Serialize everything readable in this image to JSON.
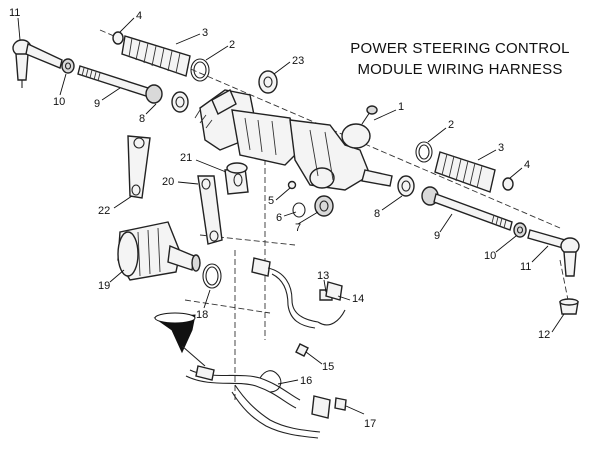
{
  "title": {
    "line1": "POWER STEERING CONTROL",
    "line2": "MODULE WIRING HARNESS"
  },
  "callouts": [
    {
      "id": "c-11a",
      "text": "11"
    },
    {
      "id": "c-4a",
      "text": "4"
    },
    {
      "id": "c-3a",
      "text": "3"
    },
    {
      "id": "c-2a",
      "text": "2"
    },
    {
      "id": "c-23",
      "text": "23"
    },
    {
      "id": "c-10a",
      "text": "10"
    },
    {
      "id": "c-9a",
      "text": "9"
    },
    {
      "id": "c-8a",
      "text": "8"
    },
    {
      "id": "c-1",
      "text": "1"
    },
    {
      "id": "c-2b",
      "text": "2"
    },
    {
      "id": "c-3b",
      "text": "3"
    },
    {
      "id": "c-4b",
      "text": "4"
    },
    {
      "id": "c-21",
      "text": "21"
    },
    {
      "id": "c-20",
      "text": "20"
    },
    {
      "id": "c-22",
      "text": "22"
    },
    {
      "id": "c-5",
      "text": "5"
    },
    {
      "id": "c-6",
      "text": "6"
    },
    {
      "id": "c-7",
      "text": "7"
    },
    {
      "id": "c-8b",
      "text": "8"
    },
    {
      "id": "c-9b",
      "text": "9"
    },
    {
      "id": "c-10b",
      "text": "10"
    },
    {
      "id": "c-11b",
      "text": "11"
    },
    {
      "id": "c-19",
      "text": "19"
    },
    {
      "id": "c-18",
      "text": "18"
    },
    {
      "id": "c-13",
      "text": "13"
    },
    {
      "id": "c-14",
      "text": "14"
    },
    {
      "id": "c-15",
      "text": "15"
    },
    {
      "id": "c-16",
      "text": "16"
    },
    {
      "id": "c-17",
      "text": "17"
    },
    {
      "id": "c-12",
      "text": "12"
    }
  ]
}
